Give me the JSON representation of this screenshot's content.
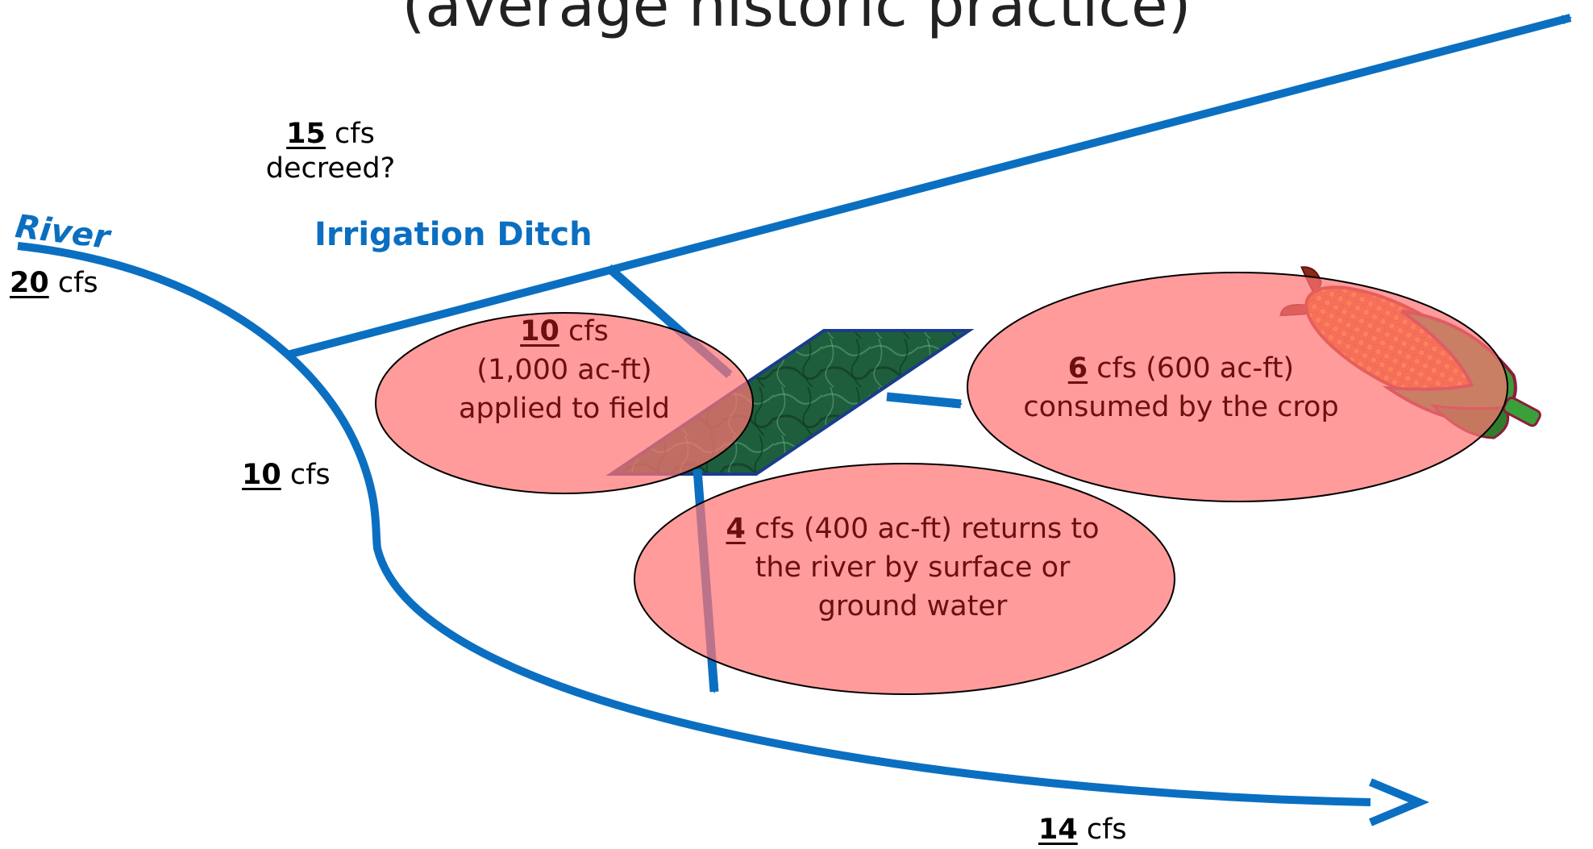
{
  "title": "(average historic practice)",
  "labels": {
    "river": "River",
    "ditch": "Irrigation Ditch",
    "river_in_num": "20",
    "river_in_unit": " cfs",
    "decreed_num": "15",
    "decreed_unit": " cfs",
    "decreed_text": "decreed?",
    "river_mid_num": "10",
    "river_mid_unit": " cfs",
    "river_out_num": "14",
    "river_out_unit": " cfs"
  },
  "ovals": {
    "applied": {
      "num": "10",
      "unit": " cfs",
      "line2": "(1,000 ac-ft)",
      "line3": "applied to field"
    },
    "consumed": {
      "num": "6",
      "line1_rest": " cfs (600 ac-ft)",
      "line2": "consumed by the crop"
    },
    "returns": {
      "num": "4",
      "line1_rest": " cfs (400 ac-ft) returns to",
      "line2": "the river by surface or",
      "line3": "ground water"
    }
  },
  "icons": {
    "field": "field-icon",
    "corn": "corn-icon"
  },
  "colors": {
    "water": "#0b6fc1",
    "oval_fill": "#ff7575",
    "oval_text": "#6b0f0f",
    "field": "#1f5e3c",
    "field_border": "#1a3c8e"
  }
}
